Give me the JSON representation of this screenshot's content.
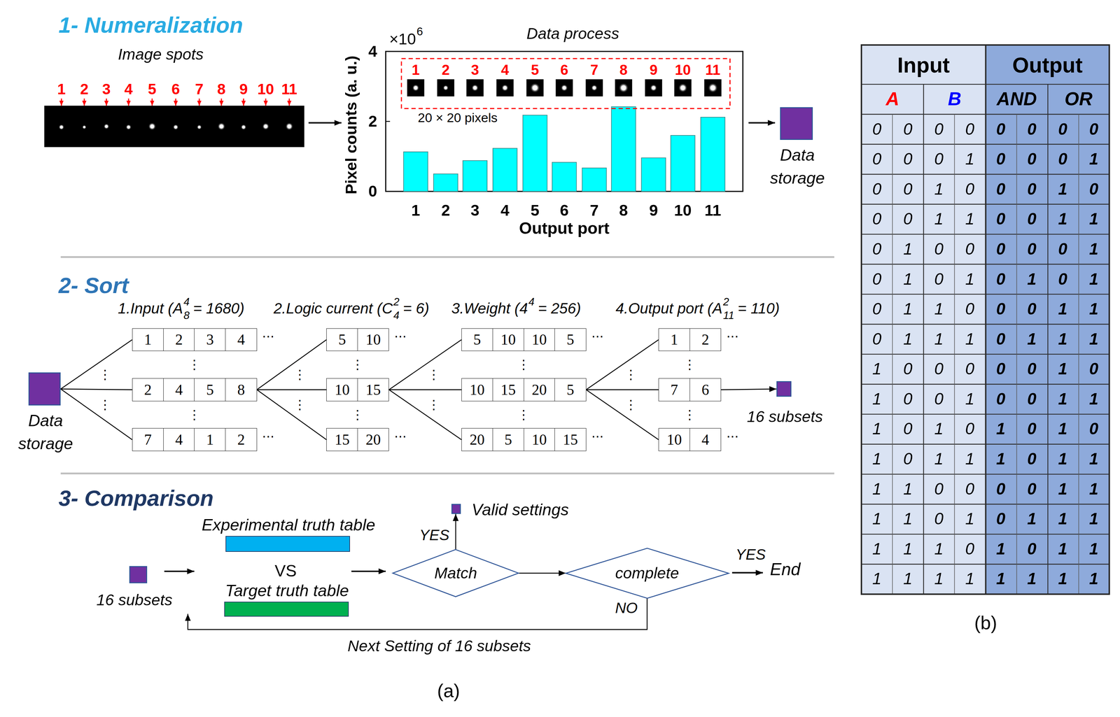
{
  "diagram": {
    "nodes": [
      {
        "text": [
          "Data storage"
        ]
      },
      {
        "text": [
          "Data storage"
        ]
      },
      {
        "text": [
          "1"
        ]
      },
      {
        "text": [
          "2"
        ]
      },
      {
        "text": [
          "3"
        ]
      },
      {
        "text": [
          "4"
        ]
      },
      {
        "text": [
          "2"
        ]
      },
      {
        "text": [
          "4"
        ]
      },
      {
        "text": [
          "5"
        ]
      },
      {
        "text": [
          "8"
        ]
      },
      {
        "text": [
          "7"
        ]
      },
      {
        "text": [
          "4"
        ]
      },
      {
        "text": [
          "1"
        ]
      },
      {
        "text": [
          "2"
        ]
      },
      {
        "text": [
          "5"
        ]
      },
      {
        "text": [
          "10"
        ]
      },
      {
        "text": [
          "10"
        ]
      },
      {
        "text": [
          "15"
        ]
      },
      {
        "text": [
          "15"
        ]
      },
      {
        "text": [
          "20"
        ]
      },
      {
        "text": [
          "5"
        ]
      },
      {
        "text": [
          "10"
        ]
      },
      {
        "text": [
          "10"
        ]
      },
      {
        "text": [
          "5"
        ]
      },
      {
        "text": [
          "10"
        ]
      },
      {
        "text": [
          "15"
        ]
      },
      {
        "text": [
          "20"
        ]
      },
      {
        "text": [
          "5"
        ]
      },
      {
        "text": [
          "20"
        ]
      },
      {
        "text": [
          "5"
        ]
      },
      {
        "text": [
          "10"
        ]
      },
      {
        "text": [
          "15"
        ]
      },
      {
        "text": [
          "1"
        ]
      },
      {
        "text": [
          "2"
        ]
      },
      {
        "text": [
          "7"
        ]
      },
      {
        "text": [
          "6"
        ]
      },
      {
        "text": [
          "10"
        ]
      },
      {
        "text": [
          "4"
        ]
      },
      {
        "text": [
          "16 subsets"
        ]
      },
      {
        "text": [
          "16 subsets"
        ]
      },
      {
        "text": [
          "Experimental truth table"
        ]
      },
      {
        "text": [
          "Target truth table"
        ]
      },
      {
        "text": [
          "Match"
        ]
      },
      {
        "text": [
          "complete"
        ]
      },
      {
        "text": [
          "Valid settings"
        ]
      }
    ],
    "edges": [
      {
        "from": 1,
        "to": 2,
        "arrow": "none"
      },
      {
        "from": 1,
        "to": 6,
        "arrow": "none"
      },
      {
        "from": 1,
        "to": 10,
        "arrow": "none"
      },
      {
        "from": 9,
        "to": 14,
        "arrow": "none"
      },
      {
        "from": 9,
        "to": 16,
        "arrow": "none"
      },
      {
        "from": 9,
        "to": 18,
        "arrow": "none"
      },
      {
        "from": 17,
        "to": 20,
        "arrow": "none"
      },
      {
        "from": 17,
        "to": 24,
        "arrow": "none"
      },
      {
        "from": 17,
        "to": 28,
        "arrow": "none"
      },
      {
        "from": 27,
        "to": 32,
        "arrow": "none"
      },
      {
        "from": 27,
        "to": 34,
        "arrow": "none"
      },
      {
        "from": 27,
        "to": 36,
        "arrow": "none"
      },
      {
        "from": 35,
        "to": 38,
        "arrow": "to"
      },
      {
        "from": 42,
        "to": 44,
        "label": "YES",
        "arrow": "to"
      },
      {
        "from": 42,
        "to": 43,
        "arrow": "to"
      },
      {
        "from": 43,
        "to": 39,
        "arrow": "to"
      }
    ],
    "labels": [
      "1- Numeralization",
      "Image spots",
      "1",
      "2",
      "3",
      "4",
      "5",
      "6",
      "7",
      "8",
      "9",
      "10",
      "11",
      "×10",
      "6",
      "Data process",
      "1",
      "2",
      "3",
      "4",
      "5",
      "6",
      "7",
      "8",
      "9",
      "10",
      "11",
      "20 × 20 pixels",
      "Pixel counts (a. u.)",
      "4",
      "2",
      "0",
      "1",
      "2",
      "3",
      "4",
      "5",
      "6",
      "7",
      "8",
      "9",
      "10",
      "11",
      "Output port",
      "2- Sort",
      "1.Input (A",
      "4",
      "8",
      "= 1680)",
      "2.Logic current (C",
      "2",
      "4",
      "= 6)",
      "3.Weight (4",
      "4",
      "= 256)",
      "4.Output port (A",
      "2",
      "11",
      "= 110)",
      "···",
      "···",
      "⋮",
      "⋮",
      "⋮",
      "⋮",
      "···",
      "···",
      "⋮",
      "⋮",
      "⋮",
      "⋮",
      "···",
      "···",
      "⋮",
      "⋮",
      "⋮",
      "⋮",
      "···",
      "···",
      "⋮",
      "⋮",
      "⋮",
      "⋮",
      "3- Comparison",
      "VS",
      "YES",
      "End",
      "NO",
      "Next Setting of 16 subsets",
      "(a)",
      "Input",
      "Output",
      "A",
      "B",
      "AND",
      "OR",
      "0",
      "0",
      "0",
      "0",
      "0",
      "0",
      "0",
      "0",
      "0",
      "0",
      "0",
      "1",
      "0",
      "0",
      "0",
      "1",
      "0",
      "0",
      "1",
      "0",
      "0",
      "0",
      "1",
      "0",
      "0",
      "0",
      "1",
      "1",
      "0",
      "0",
      "1",
      "1",
      "0",
      "1",
      "0",
      "0",
      "0",
      "0",
      "0",
      "1",
      "0",
      "1",
      "0",
      "1",
      "0",
      "1",
      "0",
      "1",
      "0",
      "1",
      "1",
      "0",
      "0",
      "0",
      "1",
      "1",
      "0",
      "1",
      "1",
      "1",
      "0",
      "1",
      "1",
      "1",
      "1",
      "0",
      "0",
      "0",
      "0",
      "0",
      "1",
      "0",
      "1",
      "0",
      "0",
      "1",
      "0",
      "0",
      "1",
      "1",
      "1",
      "0",
      "1",
      "0",
      "1",
      "0",
      "1",
      "0",
      "1",
      "0",
      "1",
      "1",
      "1",
      "0",
      "1",
      "1",
      "1",
      "1",
      "0",
      "0",
      "0",
      "0",
      "1",
      "1",
      "1",
      "1",
      "0",
      "1",
      "0",
      "1",
      "1",
      "1",
      "1",
      "1",
      "1",
      "0",
      "1",
      "0",
      "1",
      "1",
      "1",
      "1",
      "1",
      "1",
      "1",
      "1",
      "1",
      "1",
      "(b)"
    ]
  }
}
